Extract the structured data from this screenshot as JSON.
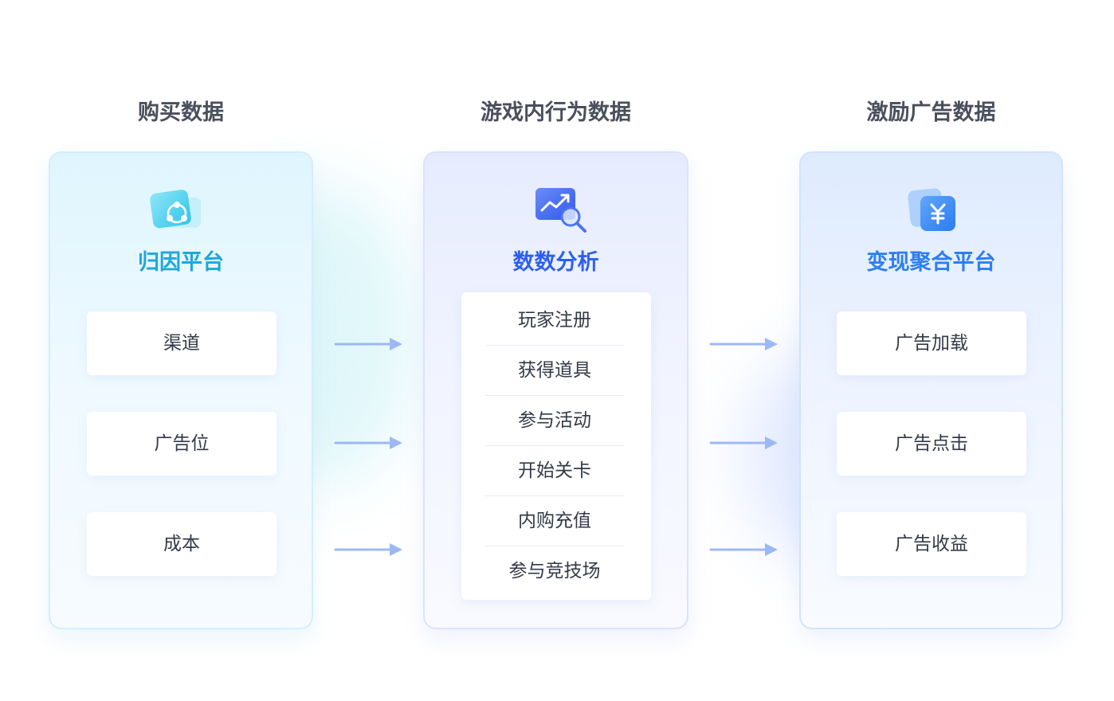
{
  "columns": [
    {
      "title": "购买数据",
      "platform": "归因平台",
      "items": [
        "渠道",
        "广告位",
        "成本"
      ]
    },
    {
      "title": "游戏内行为数据",
      "platform": "数数分析",
      "items": [
        "玩家注册",
        "获得道具",
        "参与活动",
        "开始关卡",
        "内购充值",
        "参与竞技场"
      ]
    },
    {
      "title": "激励广告数据",
      "platform": "变现聚合平台",
      "items": [
        "广告加载",
        "广告点击",
        "广告收益"
      ]
    }
  ],
  "icons": [
    "link-share-icon",
    "trend-search-icon",
    "yen-icon"
  ],
  "colors": {
    "attribution": "#1ea7d9",
    "analytics": "#2c5ff2",
    "monetization": "#2d7ef0",
    "arrow": "#9db8f5"
  }
}
